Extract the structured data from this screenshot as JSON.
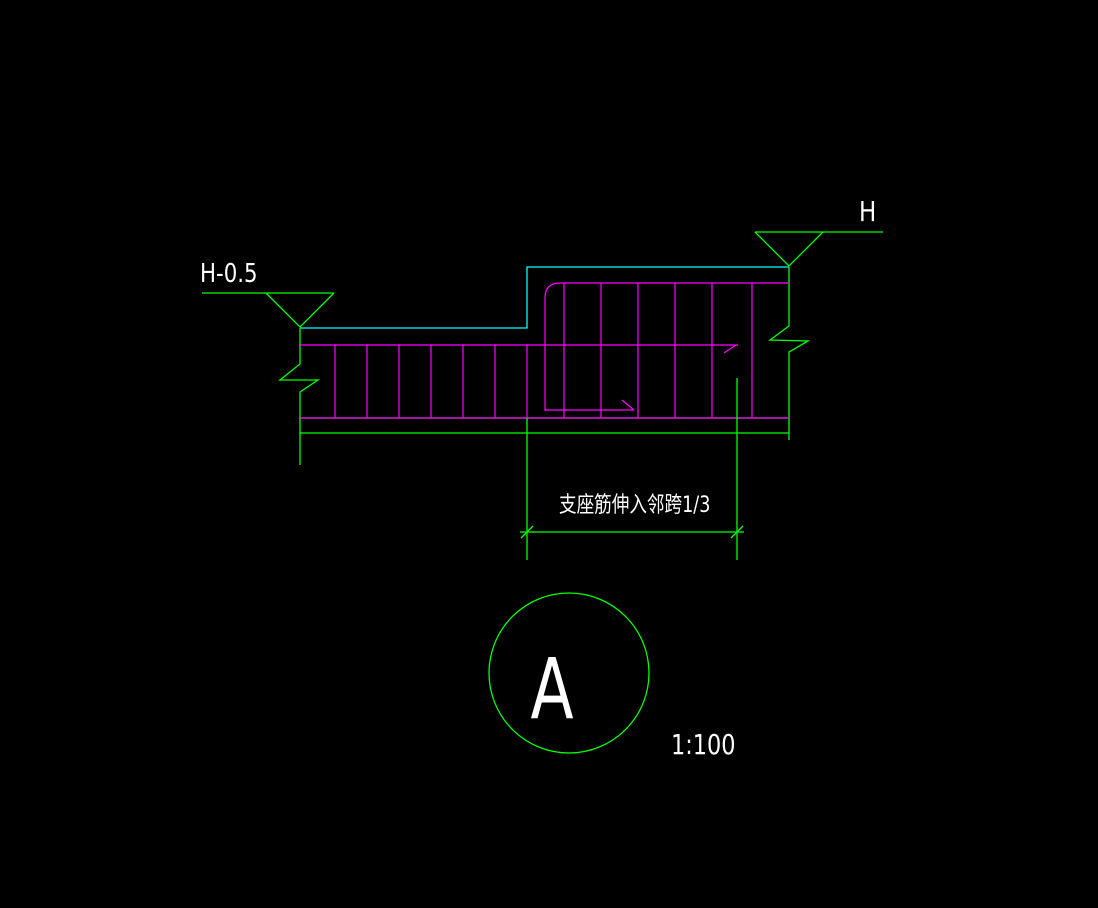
{
  "drawing": {
    "level_left": "H-0.5",
    "level_right": "H",
    "dimension_note": "支座筋伸入邻跨1/3",
    "detail_mark": "A",
    "scale": "1:100"
  },
  "colors": {
    "background": "#000000",
    "outline": "#00ff00",
    "slab_top": "#00ffff",
    "rebar": "#ff00ff",
    "text": "#ffffff"
  }
}
